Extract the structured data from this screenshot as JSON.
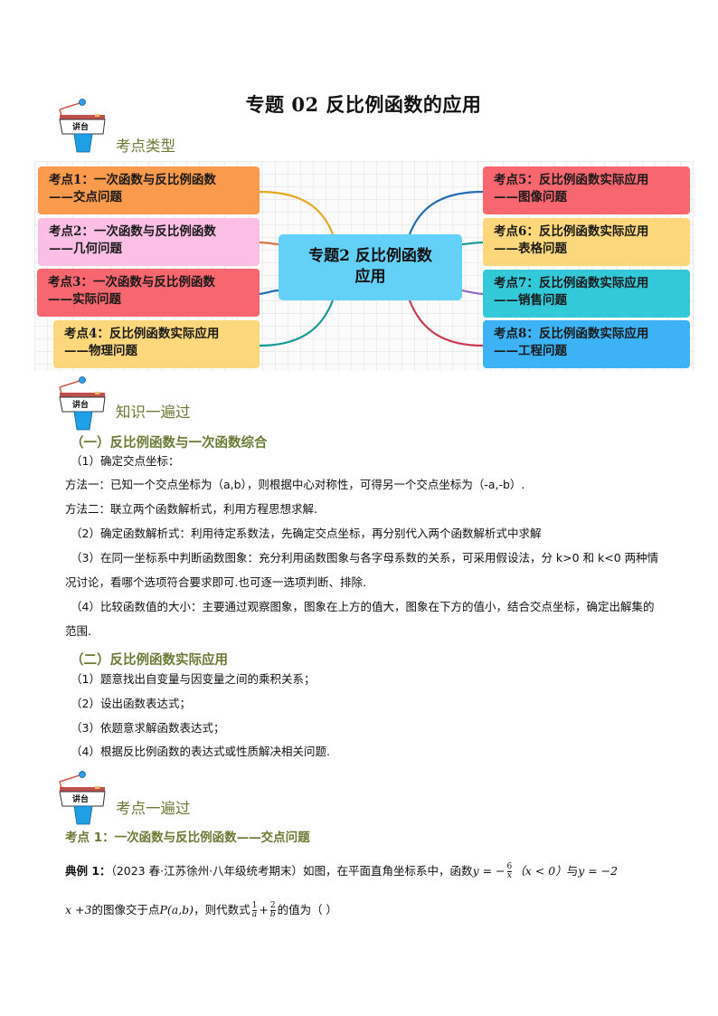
{
  "document": {
    "title": "专题 02  反比例函数的应用"
  },
  "icons": {
    "podium_label": "讲台"
  },
  "sections": {
    "types_heading": "考点类型",
    "knowledge_heading": "知识一遍过",
    "points_heading": "考点一遍过"
  },
  "mindmap": {
    "center": {
      "line1": "专题2  反比例函数",
      "line2": "应用",
      "color": "#62d0f7"
    },
    "left_nodes": [
      {
        "line1": "考点1：一次函数与反比例函数",
        "line2": "——交点问题",
        "color": "#f99a4c",
        "connector": "#e6a923"
      },
      {
        "line1": "考点2：一次函数与反比例函数",
        "line2": "——几何问题",
        "color": "#fbbfe6",
        "connector": "#e2734a"
      },
      {
        "line1": "考点3：一次函数与反比例函数",
        "line2": "——实际问题",
        "color": "#f8666f",
        "connector": "#1f6db3"
      },
      {
        "line1": "考点4：反比例函数实际应用",
        "line2": "——物理问题",
        "color": "#fcd77c",
        "connector": "#1c9a9a"
      }
    ],
    "right_nodes": [
      {
        "line1": "考点5：反比例函数实际应用",
        "line2": "——图像问题",
        "color": "#f8666f",
        "connector": "#1f6db3"
      },
      {
        "line1": "考点6：反比例函数实际应用",
        "line2": "——表格问题",
        "color": "#fcd77c",
        "connector": "#1c9a9a"
      },
      {
        "line1": "考点7：反比例函数实际应用",
        "line2": "——销售问题",
        "color": "#33c9d8",
        "connector": "#8e6bc2"
      },
      {
        "line1": "考点8：反比例函数实际应用",
        "line2": "——工程问题",
        "color": "#3db3f5",
        "connector": "#cc3b52"
      }
    ]
  },
  "knowledge": {
    "part1": {
      "heading": "（一）反比例函数与一次函数综合",
      "items": [
        "（1）确定交点坐标：",
        "方法一：已知一个交点坐标为（a,b），则根据中心对称性，可得另一个交点坐标为（-a,-b）.",
        "方法二：联立两个函数解析式，利用方程思想求解.",
        "（2）确定函数解析式：利用待定系数法，先确定交点坐标，再分别代入两个函数解析式中求解",
        "（3）在同一坐标系中判断函数图象：充分利用函数图象与各字母系数的关系，可采用假设法，分 k>0 和 k<0 两种情况讨论，看哪个选项符合要求即可.也可逐一选项判断、排除.",
        "（4）比较函数值的大小：主要通过观察图象，图象在上方的值大，图象在下方的值小，结合交点坐标，确定出解集的范围."
      ]
    },
    "part2": {
      "heading": "（二）反比例函数实际应用",
      "items": [
        "（1）题意找出自变量与因变量之间的乘积关系；",
        "（2）设出函数表达式；",
        "（3）依题意求解函数表达式；",
        "（4）根据反比例函数的表达式或性质解决相关问题."
      ]
    }
  },
  "point1": {
    "heading": "考点 1：一次函数与反比例函数——交点问题",
    "example": {
      "label": "典例 1：",
      "source": "（2023 春·江苏徐州·八年级统考期末）",
      "text1": "如图，在平面直角坐标系中，函数",
      "eq1_prefix": "y = −",
      "eq1_num": "6",
      "eq1_den": "x",
      "eq1_cond": "（x < 0）",
      "text2": "与",
      "eq2": "y = −2",
      "line2_start": "x +3",
      "text3": "的图像交于点",
      "point": "P(a,b)",
      "text4": "，则代数式",
      "f1_num": "1",
      "f1_den": "a",
      "plus": "+",
      "f2_num": "2",
      "f2_den": "b",
      "text5": "的值为（    ）"
    }
  }
}
